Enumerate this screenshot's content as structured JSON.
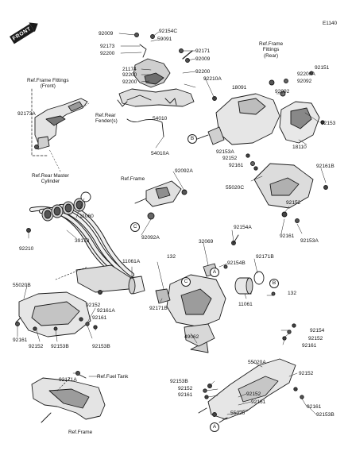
{
  "diagram_code": "E1140",
  "front_arrow": "FRONT",
  "callouts": {
    "a": "A",
    "b": "B",
    "c": "C"
  },
  "refs": {
    "frame_fittings_front": "Ref.Frame Fittings\n(Front)",
    "frame_fittings_rear": "Ref.Frame\nFittings\n(Rear)",
    "rear_fender": "Ref.Rear\nFender(s)",
    "rear_master_cylinder": "Ref.Rear Master\nCylinder",
    "frame_mid": "Ref.Frame",
    "fuel_tank": "Ref.Fuel Tank",
    "frame_bottom": "Ref.Frame"
  },
  "parts": [
    "92009",
    "92154C",
    "59091",
    "92173",
    "92200",
    "92171",
    "92009",
    "21174",
    "92200",
    "92200",
    "92200",
    "92210A",
    "18091",
    "54010",
    "54010A",
    "92200A",
    "92092",
    "92151",
    "92092",
    "92153",
    "18110",
    "92173A",
    "92153A",
    "92152",
    "92161",
    "92161B",
    "55020C",
    "92152",
    "92161",
    "92153A",
    "92092A",
    "92092A",
    "11060",
    "92210",
    "39178",
    "92154A",
    "32069",
    "92154B",
    "92171B",
    "11061A",
    "132",
    "132",
    "11061",
    "92171B",
    "55020B",
    "92161A",
    "49062",
    "92152",
    "92161",
    "92161",
    "92152",
    "92153B",
    "92153B",
    "92171A",
    "92154",
    "92152",
    "92161",
    "55020A",
    "92152",
    "92153B",
    "92152",
    "92161",
    "92152",
    "92161",
    "92161",
    "55020",
    "92153B"
  ]
}
